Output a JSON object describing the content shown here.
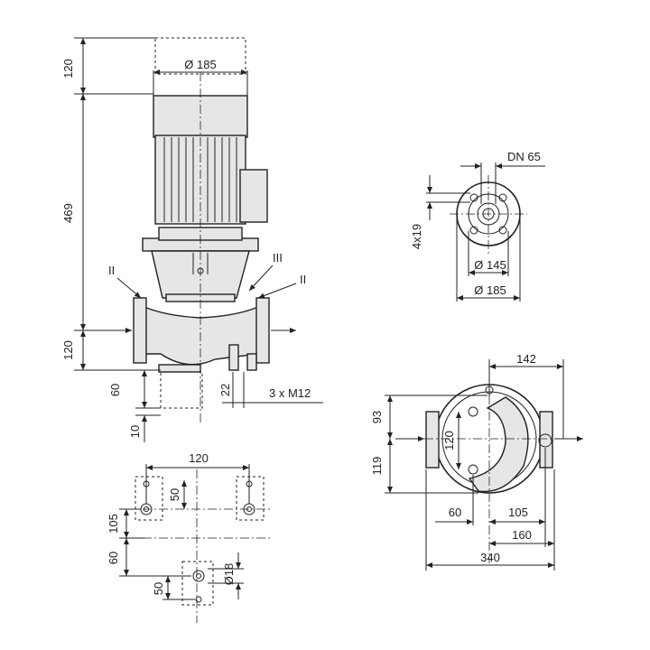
{
  "side_view": {
    "dims": {
      "top_clearance": "120",
      "motor_diameter": "Ø 185",
      "total_height": "469",
      "base_height": "120",
      "foot_height": "60",
      "foot_gap": "10",
      "bolt_offset": "22",
      "bolt_spec": "3 x M12"
    },
    "labels": {
      "roman_2_left": "II",
      "roman_3": "III",
      "roman_2_right": "II"
    }
  },
  "flange_view": {
    "dims": {
      "nominal": "DN 65",
      "holes": "4x19",
      "bolt_circle": "Ø 145",
      "outer": "Ø 185"
    }
  },
  "top_view": {
    "dims": {
      "offset_right": "142",
      "upper": "93",
      "lower": "119",
      "inner": "120",
      "left": "60",
      "center_right": "105",
      "right_total": "160",
      "overall": "340"
    }
  },
  "footprint": {
    "dims": {
      "spacing": "120",
      "half_offset": "50",
      "lateral": "105",
      "rear": "60",
      "hole_dia": "Ø18",
      "rear_half": "50"
    }
  }
}
